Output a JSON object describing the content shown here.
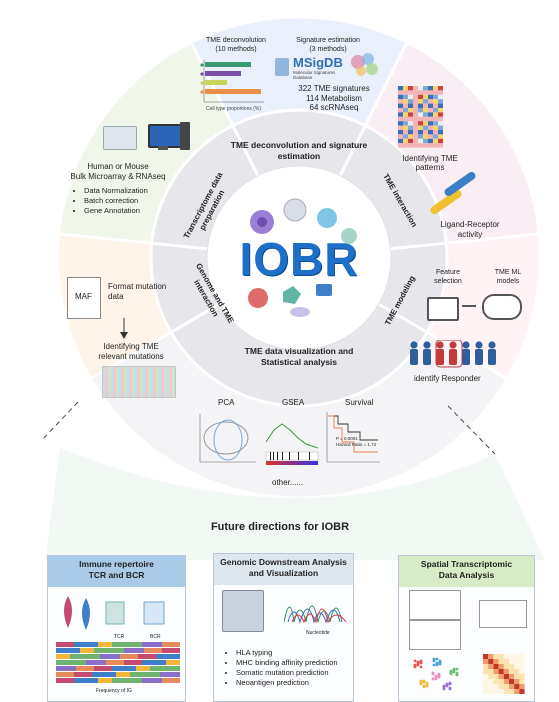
{
  "center": {
    "logo": "IOBR"
  },
  "ring": {
    "deconv": "TME deconvolution and signature estimation",
    "interaction": "TME interaction",
    "modeling": "TME modeling",
    "visual": "TME data visualization and Statistical analysis",
    "genome": "Genome and TME interaction",
    "transcriptome": "Transcriptome data preparation"
  },
  "top_section": {
    "deconv_title": "TME deconvolution",
    "deconv_sub": "(10 methods)",
    "sig_title": "Signature estimation",
    "sig_sub": "(3 methods)",
    "msigdb": "MSigDB",
    "msigdb_sub": "Molecular Signatures Database",
    "x_axis": "Cell type proportions (%)",
    "sig_lines": [
      "322 TME signatures",
      "114 Metabolism",
      "64 scRNAseq"
    ]
  },
  "left_top": {
    "lines": [
      "Human or Mouse",
      "Bulk Microarray & RNAseq"
    ],
    "bullets": [
      "Data Normalization",
      "Batch correction",
      "Gene Annotation"
    ]
  },
  "right_top": {
    "patterns": "Identifying TME patterns",
    "ligand": "Ligand-Receptor activity"
  },
  "left_mid": {
    "maf": "MAF",
    "format": "Format mutation data",
    "identify": "Identifying TME relevant mutations"
  },
  "right_mid": {
    "feature": "Feature selection",
    "tme_models": "TME ML models",
    "responder": "identify Responder"
  },
  "bottom_section": {
    "pca": "PCA",
    "gsea": "GSEA",
    "survival": "Survival",
    "other": "other......",
    "hr": "Hazard Ratio = 1.74",
    "p": "P = 0.0001"
  },
  "future": {
    "title": "Future directions for IOBR",
    "panel1": {
      "title_lines": [
        "Immune repertoire",
        "TCR and BCR"
      ],
      "labels": [
        "TCR",
        "BCR"
      ],
      "xlabel": "Frequency of IG"
    },
    "panel2": {
      "title_lines": [
        "Genomic Downstream Analysis",
        "and Visualization"
      ],
      "xlabel": "Nucleotide",
      "bullets": [
        "HLA typing",
        "MHC binding affinity prediction",
        "Somatic mutation prediction",
        "Neoantigen prediction"
      ]
    },
    "panel3": {
      "title_lines": [
        "Spatial Transcriptomic",
        "Data Analysis"
      ]
    }
  },
  "colors": {
    "ring": "#e9e9ee",
    "logo": "#1e6fc8",
    "panel1_head": "#a9cbe7",
    "panel2_head": "#dfe7ee",
    "panel3_head": "#d6ebc6"
  }
}
